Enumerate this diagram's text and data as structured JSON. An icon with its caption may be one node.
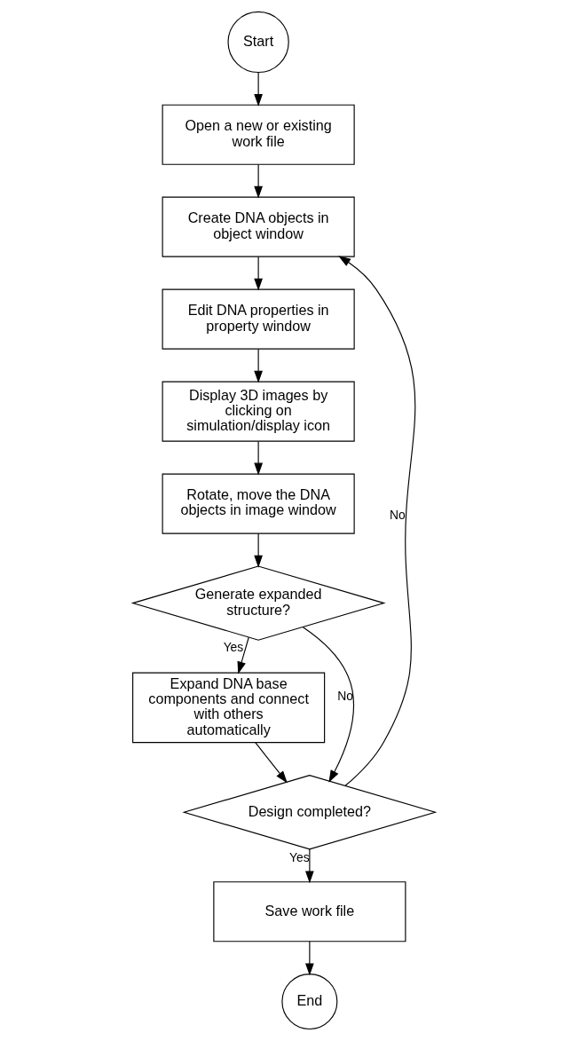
{
  "diagram": {
    "nodes": [
      {
        "text": [
          "Start"
        ]
      },
      {
        "text": [
          "Open a new or existing work file"
        ]
      },
      {
        "text": [
          "Create DNA objects in object window"
        ]
      },
      {
        "text": [
          "Edit DNA properties in property window"
        ]
      },
      {
        "text": [
          "Display 3D images by clicking on simulation/display icon"
        ]
      },
      {
        "text": [
          "Rotate, move the DNA objects in image window"
        ]
      },
      {
        "text": [
          "Generate expanded structure?"
        ]
      },
      {
        "text": [
          "Expand DNA base components and connect with others automatically"
        ]
      },
      {
        "text": [
          "Design completed?"
        ]
      },
      {
        "text": [
          "Save work file"
        ]
      },
      {
        "text": [
          "End"
        ]
      }
    ],
    "edges": [
      {
        "from": 0,
        "to": 1,
        "arrow": "to"
      },
      {
        "from": 1,
        "to": 2,
        "arrow": "to"
      },
      {
        "from": 2,
        "to": 3,
        "arrow": "to"
      },
      {
        "from": 3,
        "to": 4,
        "arrow": "to"
      },
      {
        "from": 4,
        "to": 5,
        "arrow": "to"
      },
      {
        "from": 5,
        "to": 6,
        "arrow": "to"
      },
      {
        "from": 6,
        "to": 7,
        "arrow": "to",
        "label": "Yes"
      },
      {
        "from": 6,
        "to": 8,
        "arrow": "to",
        "label": "No"
      },
      {
        "from": 7,
        "to": 8,
        "arrow": "to"
      },
      {
        "from": 8,
        "to": 2,
        "arrow": "to",
        "label": "No"
      },
      {
        "from": 8,
        "to": 9,
        "arrow": "to",
        "label": "Yes"
      },
      {
        "from": 9,
        "to": 10,
        "arrow": "to"
      }
    ]
  }
}
